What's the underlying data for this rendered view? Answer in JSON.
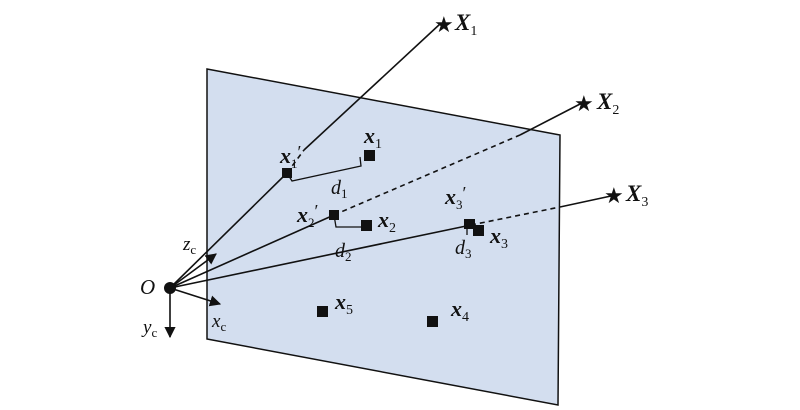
{
  "origin": {
    "label": "O"
  },
  "camera_axes": {
    "z": {
      "main": "z",
      "sub": "c"
    },
    "x": {
      "main": "x",
      "sub": "c"
    },
    "y": {
      "main": "y",
      "sub": "c"
    }
  },
  "world_points": [
    {
      "main": "X",
      "sub": "1"
    },
    {
      "main": "X",
      "sub": "2"
    },
    {
      "main": "X",
      "sub": "3"
    }
  ],
  "image_points": [
    {
      "main": "x",
      "sub": "1"
    },
    {
      "main": "x",
      "sub": "2"
    },
    {
      "main": "x",
      "sub": "3"
    },
    {
      "main": "x",
      "sub": "4"
    },
    {
      "main": "x",
      "sub": "5"
    }
  ],
  "projected_points": [
    {
      "main": "x",
      "sub": "1",
      "prime": "′"
    },
    {
      "main": "x",
      "sub": "2",
      "prime": "′"
    },
    {
      "main": "x",
      "sub": "3",
      "prime": "′"
    }
  ],
  "distances": [
    {
      "main": "d",
      "sub": "1"
    },
    {
      "main": "d",
      "sub": "2"
    },
    {
      "main": "d",
      "sub": "3"
    }
  ],
  "colors": {
    "plane_fill": "#d3deef",
    "stroke": "#111111"
  }
}
